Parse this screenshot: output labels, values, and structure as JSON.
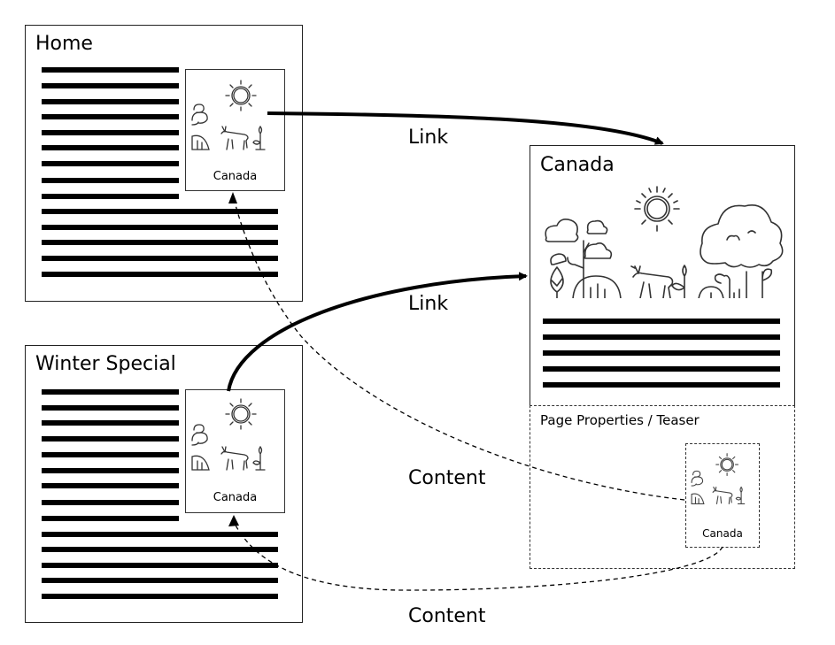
{
  "pages": {
    "home": {
      "title": "Home",
      "teaser_label": "Canada"
    },
    "winter_special": {
      "title": "Winter Special",
      "teaser_label": "Canada"
    },
    "canada": {
      "title": "Canada",
      "properties_label": "Page Properties / Teaser",
      "teaser_label": "Canada"
    }
  },
  "connections": [
    {
      "from": "home-teaser",
      "to": "canada-page",
      "label": "Link",
      "style": "solid"
    },
    {
      "from": "winter-special-teaser",
      "to": "canada-page",
      "label": "Link",
      "style": "solid"
    },
    {
      "from": "canada-teaser-properties",
      "to": "home-teaser",
      "label": "Content",
      "style": "dashed"
    },
    {
      "from": "canada-teaser-properties",
      "to": "winter-special-teaser",
      "label": "Content",
      "style": "dashed"
    }
  ],
  "icons": {
    "teaser_illustration": "nature-scene-icon",
    "sun": "sun-icon",
    "deer": "deer-icon",
    "trees": "tree-icon",
    "plant": "plant-icon"
  },
  "colors": {
    "stroke": "#000000",
    "icon_stroke": "#333333",
    "background": "#ffffff"
  }
}
